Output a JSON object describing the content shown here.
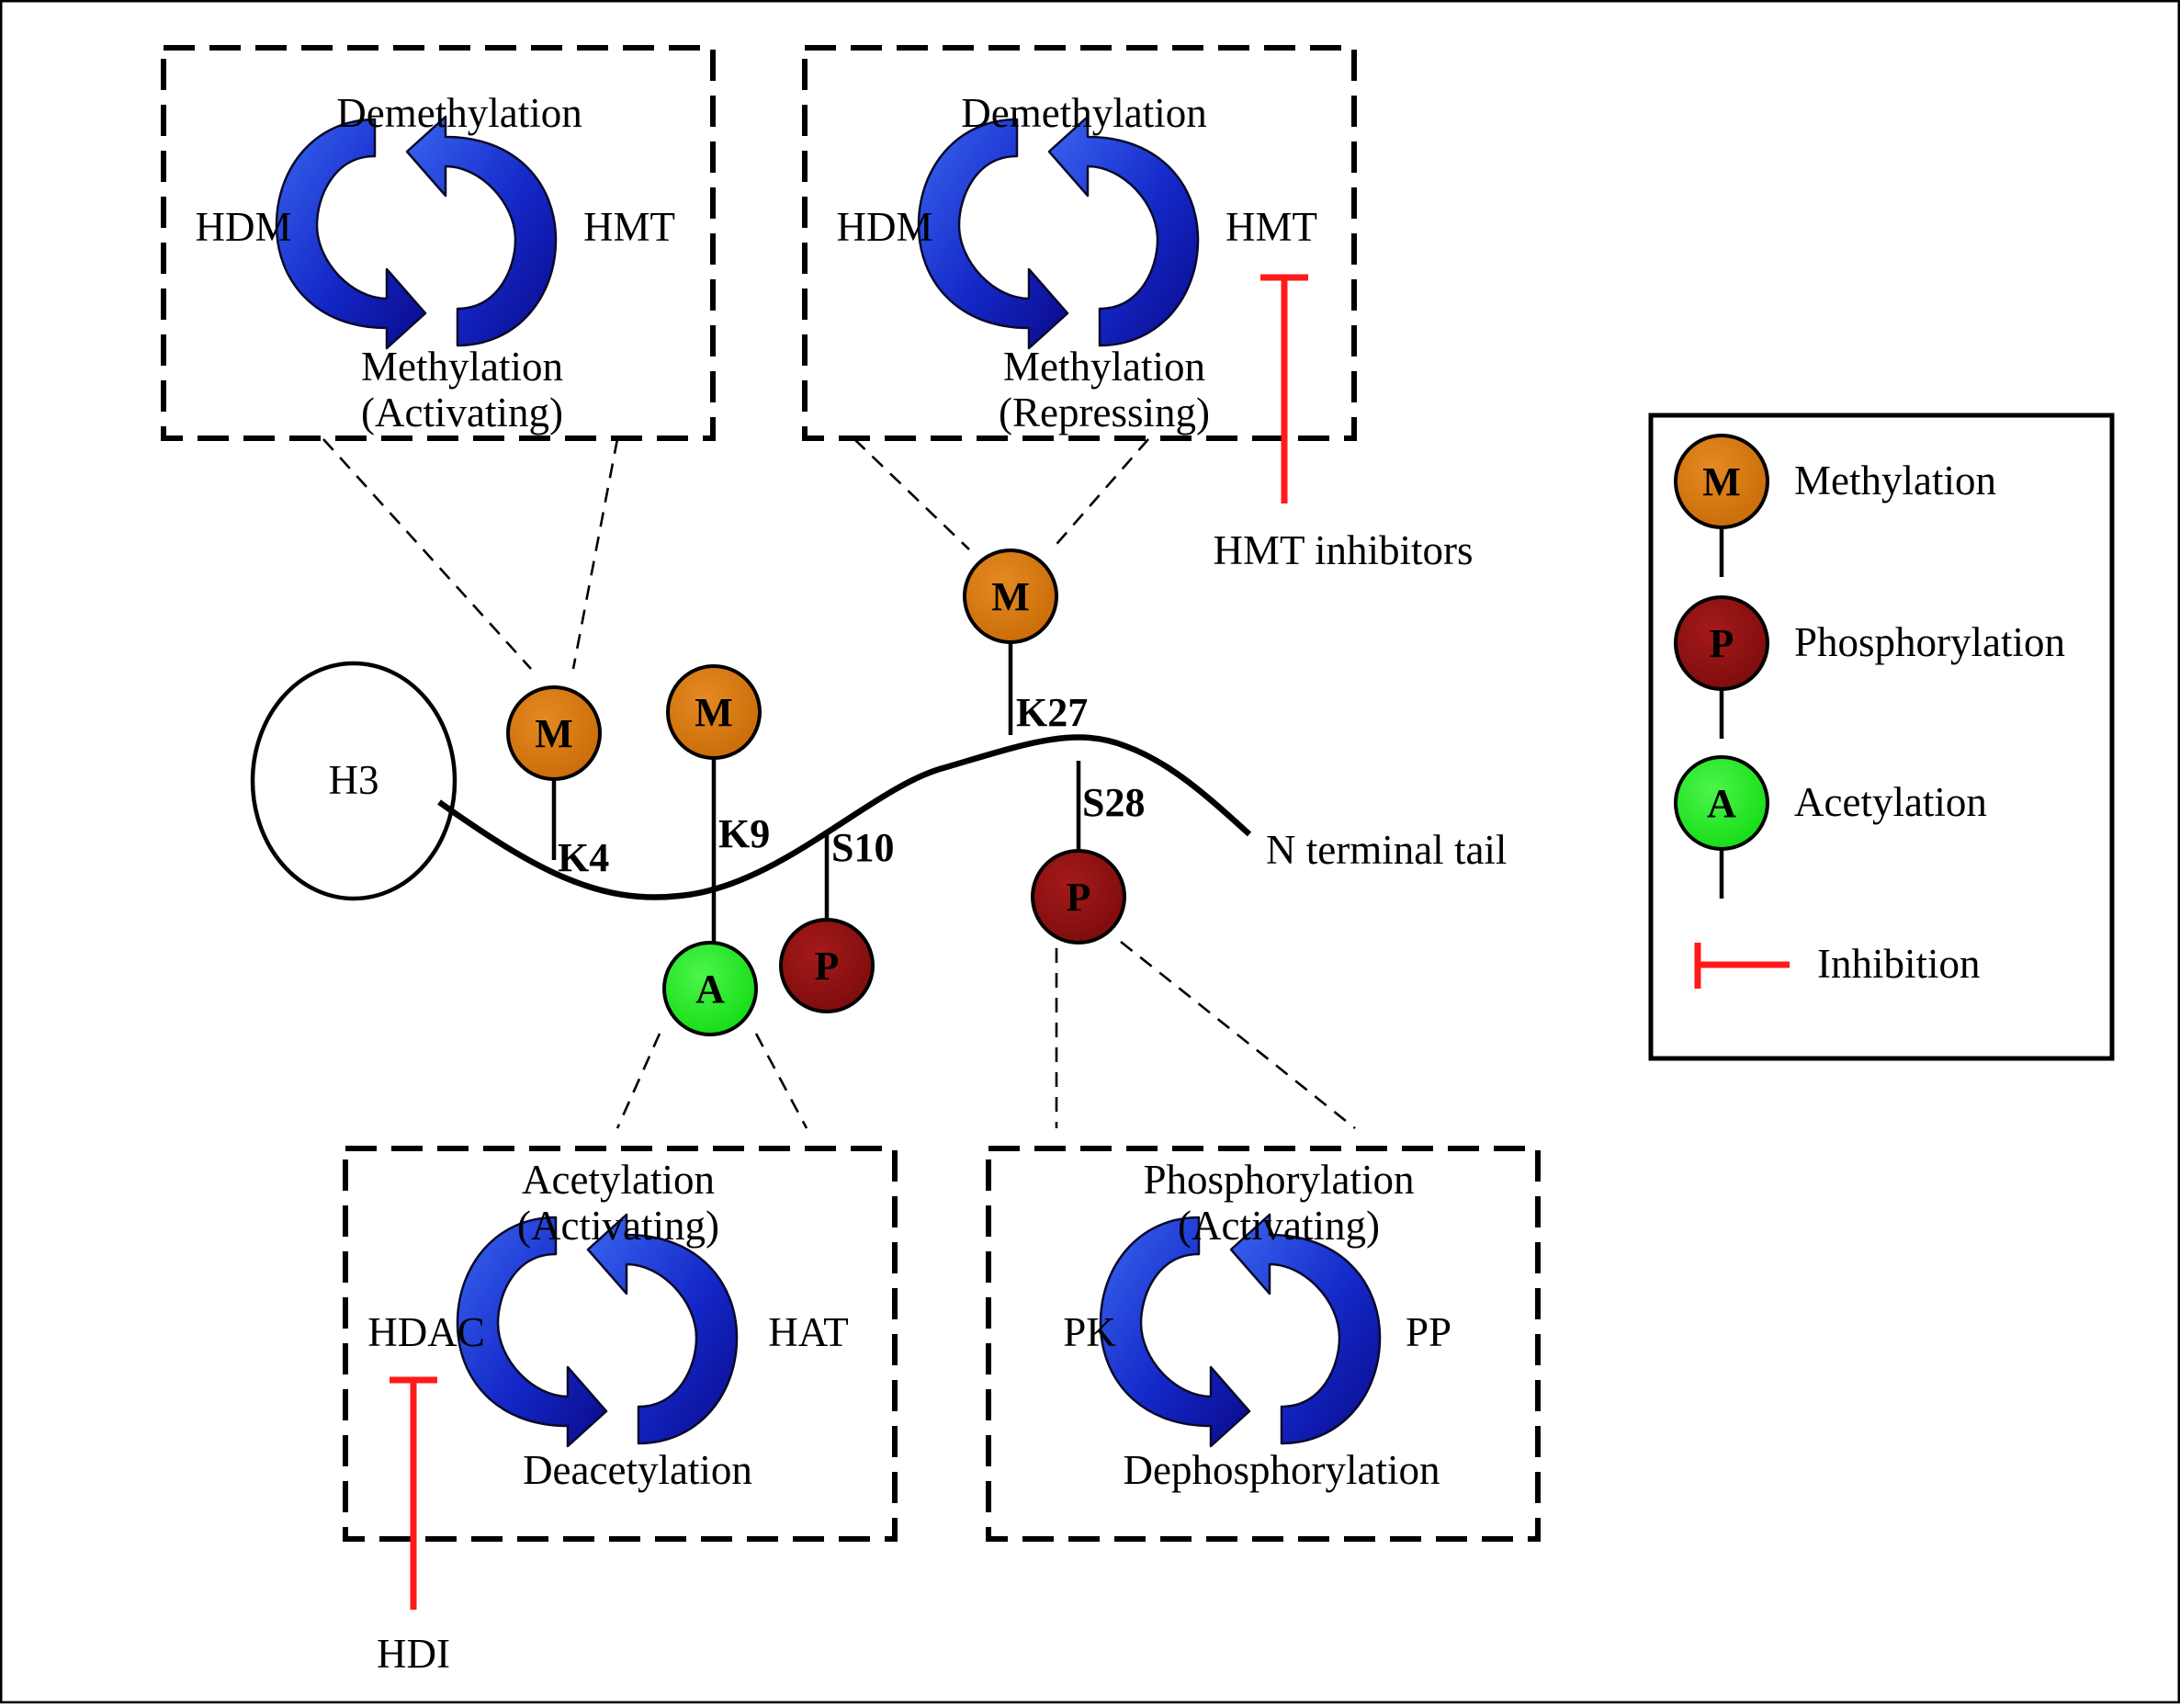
{
  "colors": {
    "methylation": "#d4760f",
    "phosphorylation": "#8b1010",
    "acetylation": "#1ee81e",
    "inhibition": "#ff1a1a",
    "arrow_dark": "#0c0c9c",
    "arrow_light": "#2f5fe8"
  },
  "histone": {
    "label": "H3",
    "tail_label": "N terminal tail"
  },
  "sites": {
    "k4": "K4",
    "k9": "K9",
    "s10": "S10",
    "k27": "K27",
    "s28": "S28"
  },
  "balls": {
    "methylation": "M",
    "phosphorylation": "P",
    "acetylation": "A"
  },
  "cycles": {
    "methyl_activating": {
      "top": "Demethylation",
      "left": "HDM",
      "right": "HMT",
      "bottom_line1": "Methylation",
      "bottom_line2": "(Activating)"
    },
    "methyl_repressing": {
      "top": "Demethylation",
      "left": "HDM",
      "right": "HMT",
      "bottom_line1": "Methylation",
      "bottom_line2": "(Repressing)"
    },
    "acetyl": {
      "top_line1": "Acetylation",
      "top_line2": "(Activating)",
      "left": "HDAC",
      "right": "HAT",
      "bottom": "Deacetylation"
    },
    "phospho": {
      "top_line1": "Phosphorylation",
      "top_line2": "(Activating)",
      "left": "PK",
      "right": "PP",
      "bottom": "Dephosphorylation"
    }
  },
  "inhibitors": {
    "hmt": "HMT inhibitors",
    "hdi": "HDI"
  },
  "legend": {
    "methylation": "Methylation",
    "phosphorylation": "Phosphorylation",
    "acetylation": "Acetylation",
    "inhibition": "Inhibition"
  }
}
